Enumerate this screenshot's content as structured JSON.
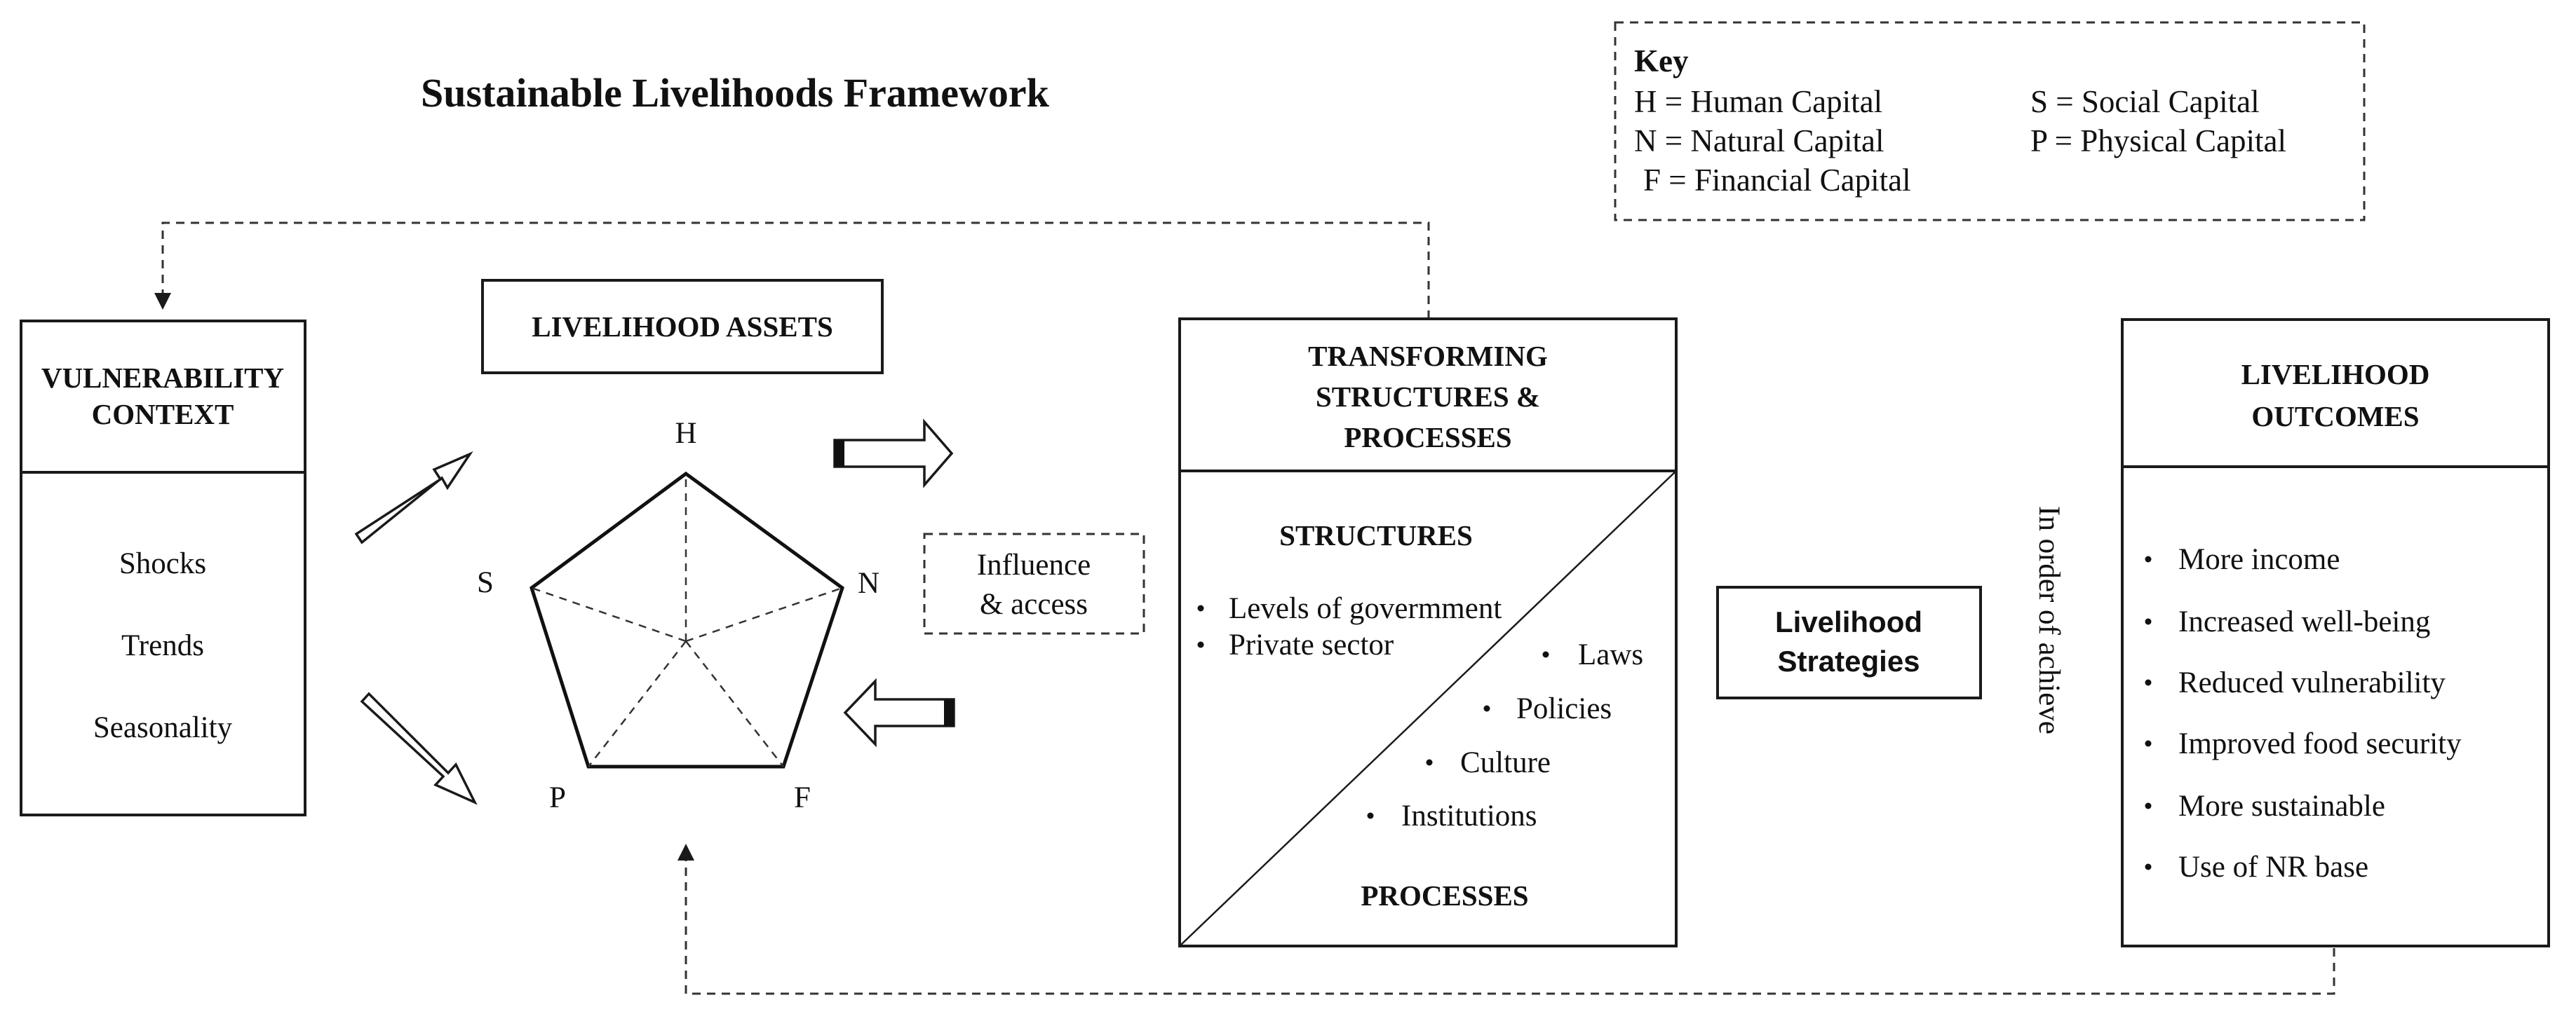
{
  "title": "Sustainable Livelihoods Framework",
  "key": {
    "heading": "Key",
    "items": [
      "H = Human Capital",
      "N = Natural Capital",
      "F = Financial Capital",
      "S = Social Capital",
      "P = Physical Capital"
    ]
  },
  "vulnerability": {
    "title_lines": [
      "VULNERABILITY",
      "CONTEXT"
    ],
    "items": [
      "Shocks",
      "Trends",
      "Seasonality"
    ]
  },
  "assets": {
    "title": "LIVELIHOOD ASSETS",
    "labels": {
      "h": "H",
      "n": "N",
      "f": "F",
      "p": "P",
      "s": "S"
    }
  },
  "influence": {
    "lines": [
      "Influence",
      "& access"
    ]
  },
  "transforming": {
    "title_lines": [
      "TRANSFORMING",
      "STRUCTURES &",
      "PROCESSES"
    ],
    "structures_label": "STRUCTURES",
    "structures_items": [
      "Levels of govermment",
      "Private sector"
    ],
    "process_items": [
      "Laws",
      "Policies",
      "Culture",
      "Institutions"
    ],
    "processes_label": "PROCESSES"
  },
  "strategies": {
    "lines": [
      "Livelihood",
      "Strategies"
    ]
  },
  "vertical_label": "In order of achieve",
  "outcomes": {
    "title_lines": [
      "LIVELIHOOD",
      "OUTCOMES"
    ],
    "items": [
      "More income",
      "Increased well-being",
      "Reduced vulnerability",
      "Improved food security",
      "More sustainable",
      "Use of NR base"
    ]
  }
}
